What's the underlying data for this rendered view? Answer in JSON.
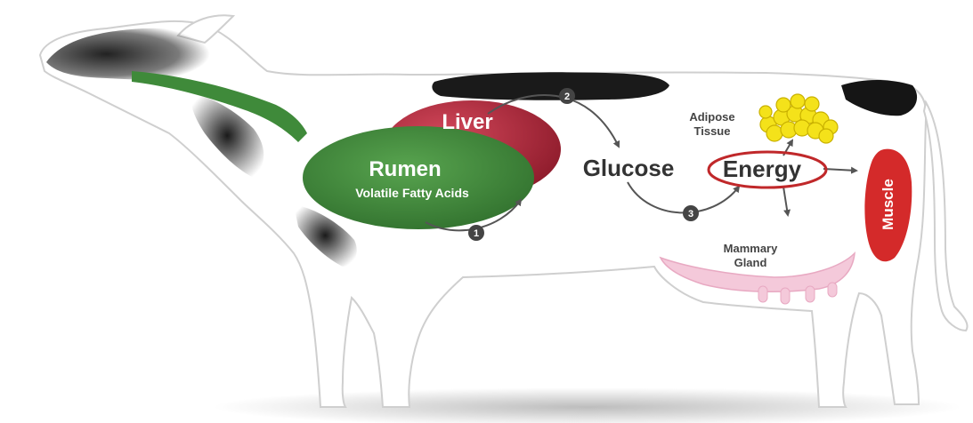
{
  "diagram": {
    "labels": {
      "liver": "Liver",
      "rumen": "Rumen",
      "rumen_sub": "Volatile Fatty Acids",
      "glucose": "Glucose",
      "energy": "Energy",
      "adipose_line1": "Adipose",
      "adipose_line2": "Tissue",
      "muscle": "Muscle",
      "mammary_line1": "Mammary",
      "mammary_line2": "Gland"
    },
    "steps": [
      "1",
      "2",
      "3"
    ],
    "colors": {
      "rumen": "#3f8a3a",
      "liver": "#b5283a",
      "muscle": "#d42a2a",
      "adipose": "#f4e21a",
      "energy_ring": "#c0282a",
      "udder": "#f4c9da",
      "arrows": "#555555",
      "step_marker": "#444444"
    }
  }
}
